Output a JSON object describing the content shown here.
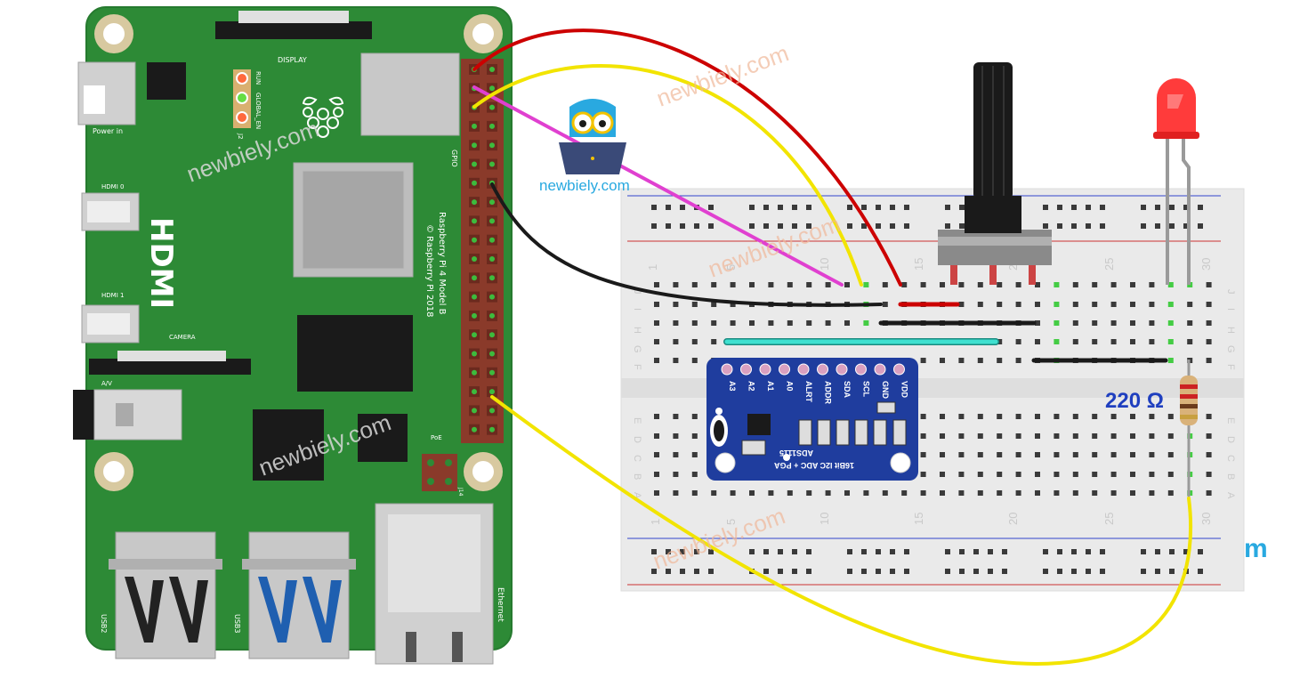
{
  "pi_board": {
    "silk_display": "DISPLAY",
    "silk_power": "Power in",
    "silk_hdmi0": "HDMI 0",
    "silk_hdmi1": "HDMI 1",
    "silk_hdmi": "HDMI",
    "silk_camera": "CAMERA",
    "silk_av": "A/V",
    "silk_run": "RUN",
    "silk_global_en": "GLOBAL_EN",
    "silk_j2": "J2",
    "silk_gpio": "GPIO",
    "silk_model_line1": "Raspberry Pi 4 Model B",
    "silk_model_line2": "© Raspberry Pi 2018",
    "silk_poe": "PoE",
    "silk_j14": "J14",
    "silk_usb2": "USB2",
    "silk_usb3": "USB3",
    "silk_ethernet": "Ethernet",
    "board_color": "#2d8a36"
  },
  "logo": {
    "text": "newbiely.com"
  },
  "watermarks": {
    "text": "newbiely.com"
  },
  "breadboard": {
    "top_numbers": [
      "1",
      "5",
      "10",
      "15",
      "20",
      "25",
      "30"
    ],
    "bottom_numbers": [
      "1",
      "5",
      "10",
      "15",
      "20",
      "25",
      "30"
    ],
    "row_letters_top": [
      "J",
      "I",
      "H",
      "G",
      "F"
    ],
    "row_letters_bottom": [
      "E",
      "D",
      "C",
      "B",
      "A"
    ],
    "cut_text": "m"
  },
  "adc_module": {
    "pins": [
      "A3",
      "A2",
      "A1",
      "A0",
      "ALRT",
      "ADDR",
      "SDA",
      "SCL",
      "GND",
      "VDD"
    ],
    "title_line1": "ADS1115",
    "title_line2": "16Bit I2C ADC + PGA",
    "color": "#1f3d9e"
  },
  "resistor": {
    "label": "220 Ω"
  },
  "wires": {
    "red": "#cc0000",
    "yellow": "#f2e400",
    "magenta": "#e040d0",
    "black": "#1a1a1a",
    "cyan": "#3fe0d0"
  }
}
